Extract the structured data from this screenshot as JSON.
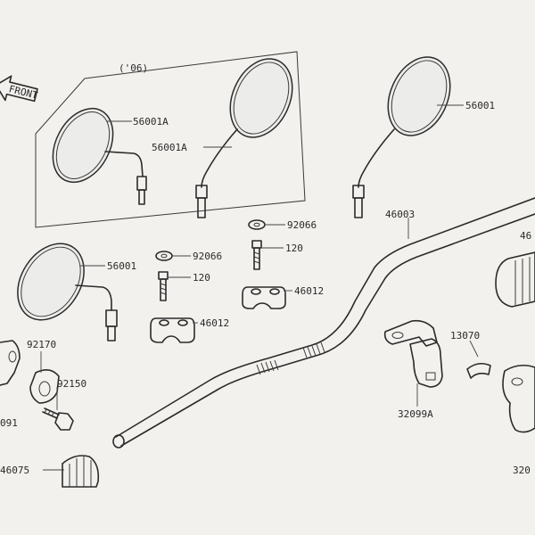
{
  "front_arrow": {
    "text": "FRONT"
  },
  "inset": {
    "year_label": "('06)"
  },
  "callouts": [
    {
      "id": "c1",
      "text": "56001A"
    },
    {
      "id": "c2",
      "text": "56001A"
    },
    {
      "id": "c3",
      "text": "56001"
    },
    {
      "id": "c4",
      "text": "56001"
    },
    {
      "id": "c5",
      "text": "92066"
    },
    {
      "id": "c6",
      "text": "92066"
    },
    {
      "id": "c7",
      "text": "120"
    },
    {
      "id": "c8",
      "text": "120"
    },
    {
      "id": "c9",
      "text": "46012"
    },
    {
      "id": "c10",
      "text": "46012"
    },
    {
      "id": "c11",
      "text": "46003"
    },
    {
      "id": "c12",
      "text": "92170"
    },
    {
      "id": "c13",
      "text": "92150"
    },
    {
      "id": "c14",
      "text": "13070"
    },
    {
      "id": "c15",
      "text": "32099A"
    },
    {
      "id": "c16",
      "text": "46075"
    },
    {
      "id": "c17",
      "text": "091"
    },
    {
      "id": "c18",
      "text": "46"
    },
    {
      "id": "c19",
      "text": "320"
    }
  ]
}
